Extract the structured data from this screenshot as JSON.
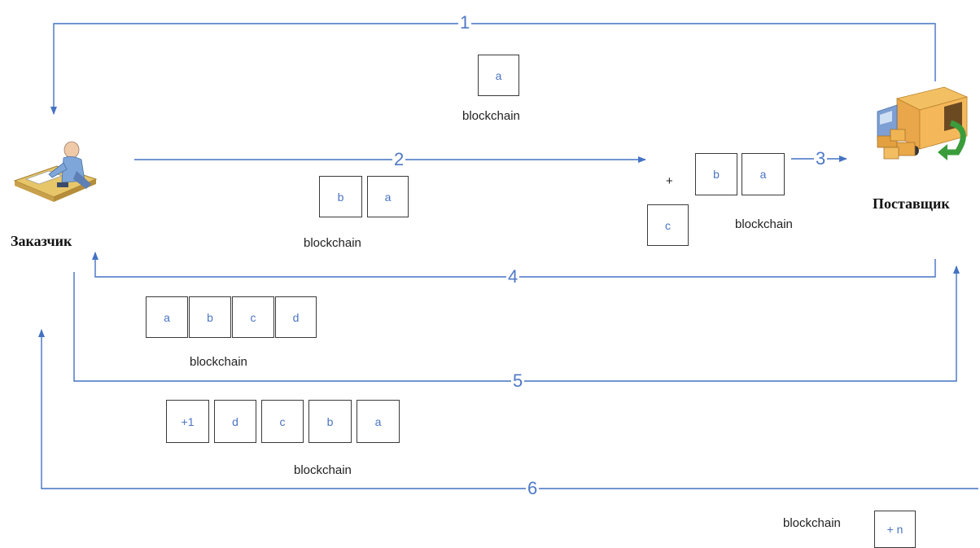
{
  "parties": {
    "customer": {
      "label": "Заказчик",
      "icon": "person-at-desk-icon"
    },
    "supplier": {
      "label": "Поставщик",
      "icon": "delivery-truck-icon"
    }
  },
  "steps": {
    "s1": "1",
    "s2": "2",
    "s3": "3",
    "s4": "4",
    "s5": "5",
    "s6": "6"
  },
  "chain_label": "blockchain",
  "plus_sign": "+",
  "blocks": {
    "g1": [
      "a"
    ],
    "g2": [
      "b",
      "a"
    ],
    "g3_chain": [
      "b",
      "a"
    ],
    "g3_new": "c",
    "g4": [
      "a",
      "b",
      "c",
      "d"
    ],
    "g5": [
      "+1",
      "d",
      "c",
      "b",
      "a"
    ],
    "g6": [
      "+ n"
    ]
  },
  "colors": {
    "arrow": "#4472c4",
    "block_text": "#4a74c4",
    "block_border": "#3a3a3a"
  }
}
